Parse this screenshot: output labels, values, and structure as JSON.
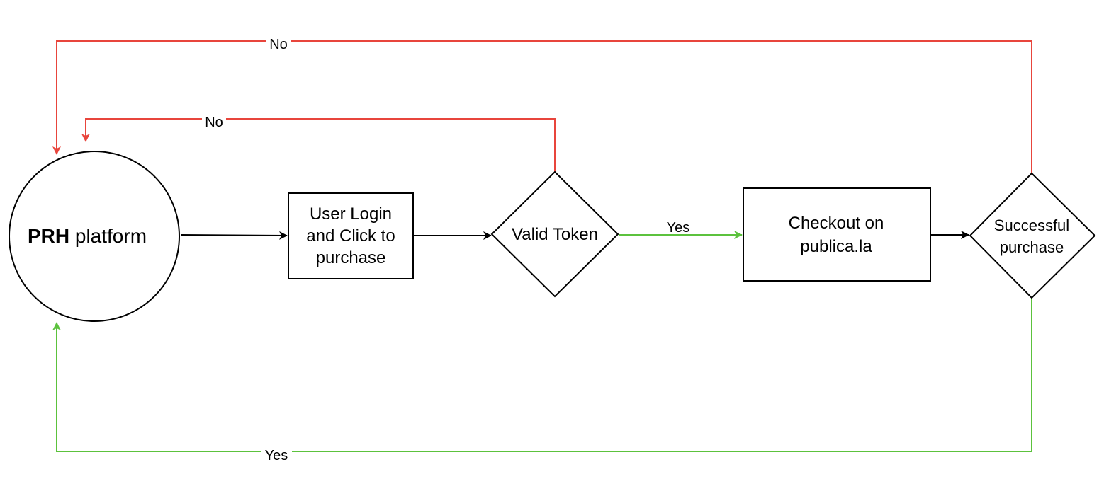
{
  "colors": {
    "stroke": "#000000",
    "no_edge": "#e8453c",
    "yes_edge": "#5cc23d",
    "background": "#ffffff"
  },
  "nodes": {
    "platform": {
      "shape": "circle",
      "label_bold": "PRH",
      "label_rest": " platform"
    },
    "login": {
      "shape": "rectangle",
      "lines": [
        "User Login",
        "and Click to",
        "purchase"
      ]
    },
    "valid_token": {
      "shape": "diamond",
      "label": "Valid Token"
    },
    "checkout": {
      "shape": "rectangle",
      "lines": [
        "Checkout on",
        "publica.la"
      ]
    },
    "successful": {
      "shape": "diamond",
      "lines": [
        "Successful",
        "purchase"
      ]
    }
  },
  "edges": {
    "no_from_successful": {
      "label": "No",
      "color": "red"
    },
    "no_from_token": {
      "label": "No",
      "color": "red"
    },
    "yes_from_token": {
      "label": "Yes",
      "color": "green"
    },
    "yes_from_successful": {
      "label": "Yes",
      "color": "green"
    }
  }
}
